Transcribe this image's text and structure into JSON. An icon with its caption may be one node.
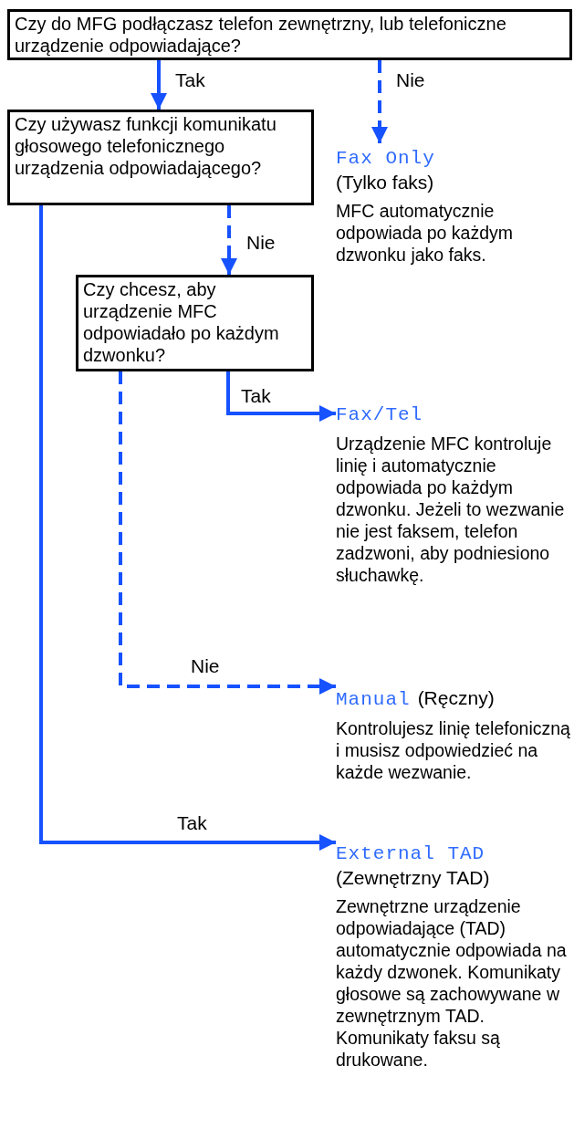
{
  "diagram": {
    "nodes": [
      {
        "text": [
          "Czy do MFG podłączasz telefon zewnętrzny, lub telefoniczne urządzenie odpowiadające?"
        ]
      },
      {
        "text": [
          "Czy używasz funkcji komunikatu głosowego telefonicznego urządzenia odpowiadającego?"
        ]
      },
      {
        "text": [
          "Czy chcesz, aby urządzenie MFC odpowiadało po każdym dzwonku?"
        ]
      },
      {
        "text": [
          "Fax Only",
          "(Tylko faks)",
          "MFC automatycznie odpowiada po każdym dzwonku jako faks."
        ]
      },
      {
        "text": [
          "Fax/Tel",
          "Urządzenie MFC kontroluje linię i automatycznie odpowiada po każdym dzwonku. Jeżeli to wezwanie nie jest faksem, telefon zadzwoni, aby podniesiono słuchawkę."
        ]
      },
      {
        "text": [
          "Manual",
          "(Ręczny)",
          "Kontrolujesz linię telefoniczną i musisz odpowiedzieć na każde wezwanie."
        ]
      },
      {
        "text": [
          "External TAD",
          "(Zewnętrzny TAD)",
          "Zewnętrzne urządzenie odpowiadające (TAD) automatycznie odpowiada na każdy dzwonek. Komunikaty głosowe są zachowywane w zewnętrznym TAD. Komunikaty faksu są drukowane."
        ]
      }
    ],
    "edges": [
      {
        "from": 0,
        "to": 1,
        "arrow": "to",
        "label": "Tak"
      },
      {
        "from": 0,
        "to": 3,
        "arrow": "to",
        "label": "Nie",
        "style": "dashed"
      },
      {
        "from": 1,
        "to": 2,
        "arrow": "to",
        "label": "Nie",
        "style": "dashed"
      },
      {
        "from": 2,
        "to": 4,
        "arrow": "to",
        "label": "Tak"
      },
      {
        "from": 2,
        "to": 5,
        "arrow": "to",
        "label": "Nie",
        "style": "dashed"
      },
      {
        "from": 1,
        "to": 6,
        "arrow": "to",
        "label": "Tak"
      }
    ]
  }
}
